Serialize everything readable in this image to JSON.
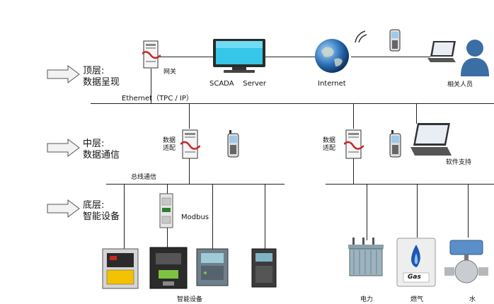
{
  "tiers": {
    "top": {
      "line1": "顶层:",
      "line2": "数据呈现"
    },
    "middle": {
      "line1": "中层:",
      "line2": "数据通信"
    },
    "bottom": {
      "line1": "底层:",
      "line2": "智能设备"
    }
  },
  "top_layer": {
    "gateway_label": "网关",
    "scada_label": "SCADA    Server",
    "internet_label": "Internet",
    "personnel_label": "相关人员",
    "ethernet_label": "Ethernet（TPC / IP）"
  },
  "middle_layer": {
    "left_adapter_label_1": "数据",
    "left_adapter_label_2": "适配",
    "right_adapter_label_1": "数据",
    "right_adapter_label_2": "适配",
    "software_support_label": "软件支持"
  },
  "bottom_layer": {
    "bus_comm_label": "总线通信",
    "modbus_label": "Modbus",
    "smart_devices_caption": "智能设备",
    "power_caption": "电力",
    "gas_caption": "燃气",
    "water_caption": "水",
    "gas_tank_text": "Gas"
  },
  "colors": {
    "line": "#222222",
    "accent_red": "#c62828",
    "screen_cyan": "#35c6e8",
    "device_gray": "#9a9a9a",
    "person_blue": "#3a6ea5"
  }
}
